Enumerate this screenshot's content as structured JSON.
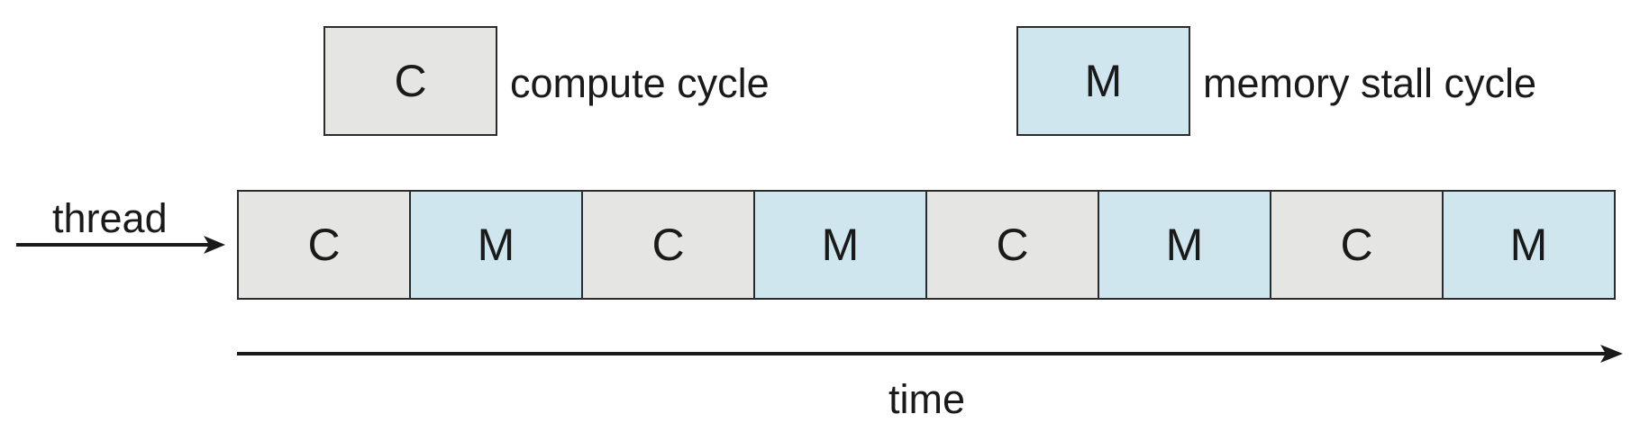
{
  "legend": {
    "compute": {
      "symbol": "C",
      "label": "compute cycle",
      "color": "#e5e5e3"
    },
    "memory": {
      "symbol": "M",
      "label": "memory stall cycle",
      "color": "#cfe6ef"
    }
  },
  "thread_label": "thread",
  "time_label": "time",
  "timeline": [
    {
      "kind": "compute",
      "symbol": "C"
    },
    {
      "kind": "memory",
      "symbol": "M"
    },
    {
      "kind": "compute",
      "symbol": "C"
    },
    {
      "kind": "memory",
      "symbol": "M"
    },
    {
      "kind": "compute",
      "symbol": "C"
    },
    {
      "kind": "memory",
      "symbol": "M"
    },
    {
      "kind": "compute",
      "symbol": "C"
    },
    {
      "kind": "memory",
      "symbol": "M"
    }
  ]
}
